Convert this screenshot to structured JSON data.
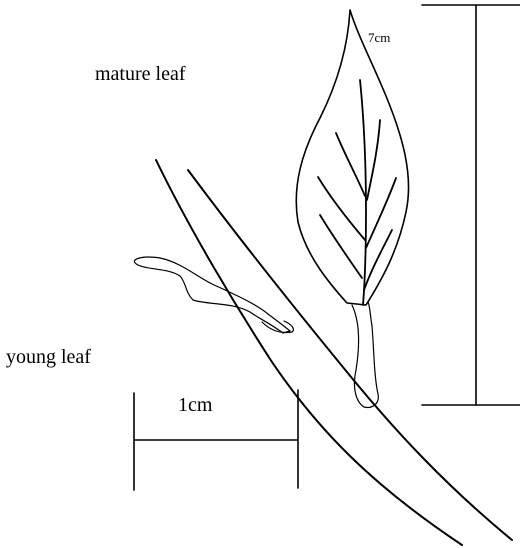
{
  "labels": {
    "mature_leaf": "mature leaf",
    "young_leaf": "young leaf",
    "scale_1cm": "1cm",
    "height_7cm": "7cm"
  }
}
